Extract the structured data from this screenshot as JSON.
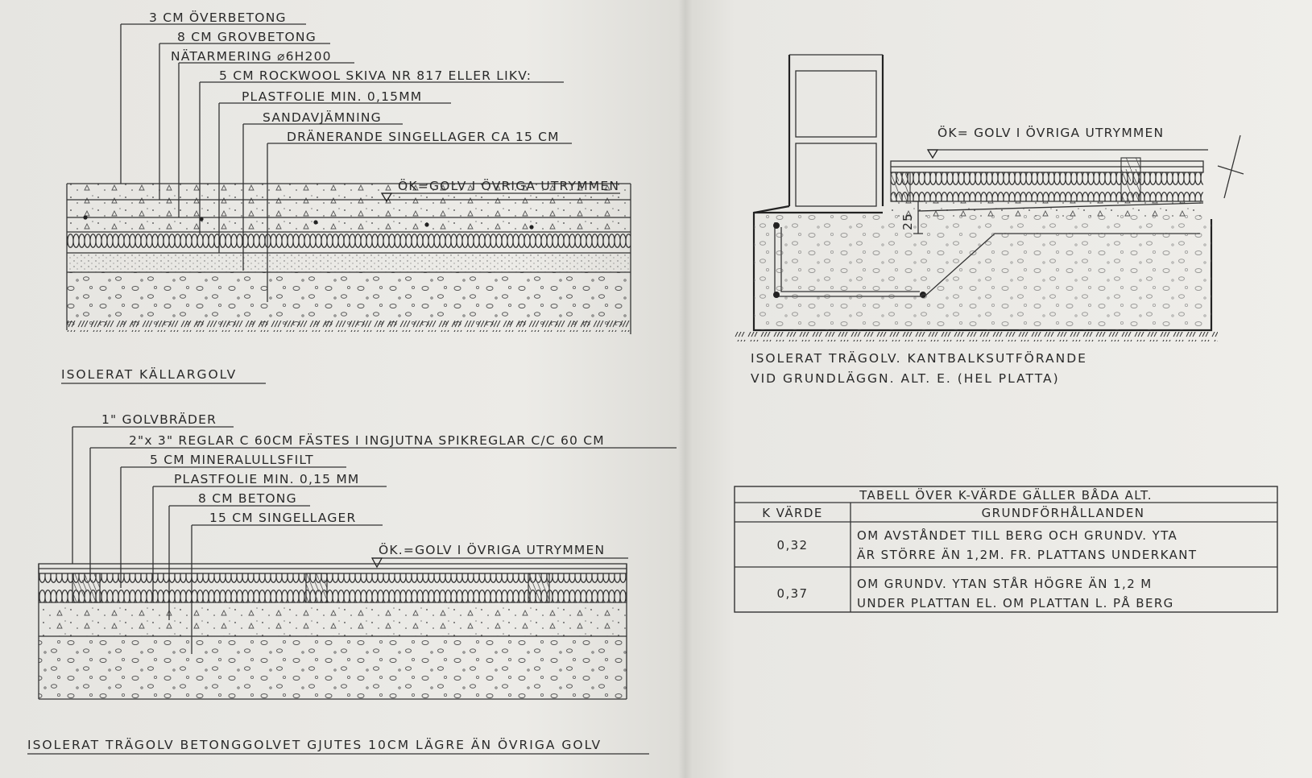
{
  "cellar_floor": {
    "title": "ISOLERAT KÄLLARGOLV",
    "layers": [
      "3 CM ÖVERBETONG",
      "8 CM GROVBETONG",
      "NÄTARMERING ⌀6H200",
      "5 CM ROCKWOOL SKIVA NR 817 ELLER LIKV:",
      "PLASTFOLIE MIN. 0,15MM",
      "SANDAVJÄMNING",
      "DRÄNERANDE SINGELLAGER CA 15 CM"
    ],
    "level_label": "ÖK=GOLV I ÖVRIGA UTRYMMEN"
  },
  "wood_floor": {
    "title": "ISOLERAT TRÄGOLV BETONGGOLVET GJUTES 10CM LÄGRE ÄN ÖVRIGA GOLV",
    "layers": [
      "1\" GOLVBRÄDER",
      "2\"x 3\" REGLAR C 60CM FÄSTES I INGJUTNA SPIKREGLAR C/C 60 CM",
      "5 CM MINERALULLSFILT",
      "PLASTFOLIE MIN. 0,15 MM",
      "8 CM BETONG",
      "15 CM SINGELLAGER"
    ],
    "level_label": "ÖK.=GOLV I ÖVRIGA UTRYMMEN"
  },
  "edge_beam": {
    "title_line1": "ISOLERAT TRÄGOLV. KANTBALKSUTFÖRANDE",
    "title_line2": "VID GRUNDLÄGGN. ALT. E. (HEL PLATTA)",
    "level_label": "ÖK= GOLV I ÖVRIGA UTRYMMEN",
    "dimension": "25"
  },
  "k_table": {
    "title": "TABELL ÖVER K-VÄRDE GÄLLER BÅDA ALT.",
    "headers": [
      "K VÄRDE",
      "GRUNDFÖRHÅLLANDEN"
    ],
    "rows": [
      {
        "k": "0,32",
        "line1": "OM AVSTÅNDET TILL BERG OCH GRUNDV. YTA",
        "line2": "ÄR STÖRRE ÄN 1,2M. FR. PLATTANS UNDERKANT"
      },
      {
        "k": "0,37",
        "line1": "OM GRUNDV. YTAN STÅR HÖGRE ÄN 1,2 M",
        "line2": "UNDER PLATTAN EL. OM PLATTAN L. PÅ BERG"
      }
    ]
  },
  "colors": {
    "ink": "#2a2a2a",
    "paper": "#ecebe7"
  }
}
